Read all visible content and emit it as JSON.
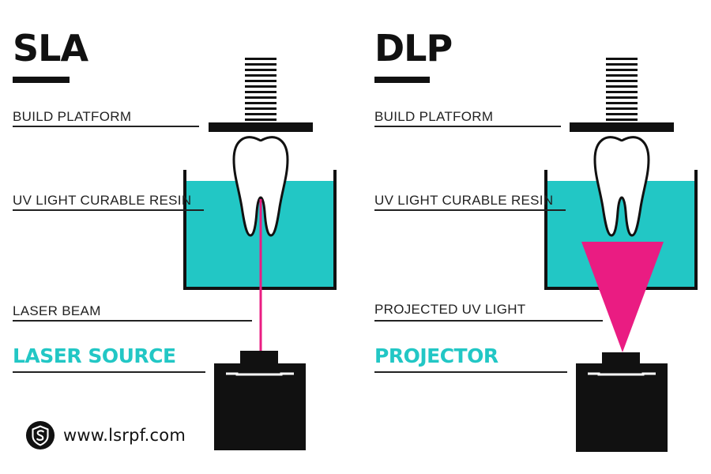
{
  "panels": {
    "sla": {
      "title": "SLA",
      "labels": {
        "build_platform": "BUILD PLATFORM",
        "resin": "UV LIGHT CURABLE RESIN",
        "light": "LASER BEAM",
        "source": "LASER SOURCE"
      }
    },
    "dlp": {
      "title": "DLP",
      "labels": {
        "build_platform": "BUILD PLATFORM",
        "resin": "UV LIGHT CURABLE RESIN",
        "light": "PROJECTED UV LIGHT",
        "source": "PROJECTOR"
      }
    }
  },
  "watermark": {
    "url": "www.lsrpf.com",
    "logo_icon": "shield-s-logo-icon"
  },
  "colors": {
    "resin": "#22c7c5",
    "light": "#ea1c82",
    "accent_text": "#22c7c5",
    "ink": "#111111"
  }
}
